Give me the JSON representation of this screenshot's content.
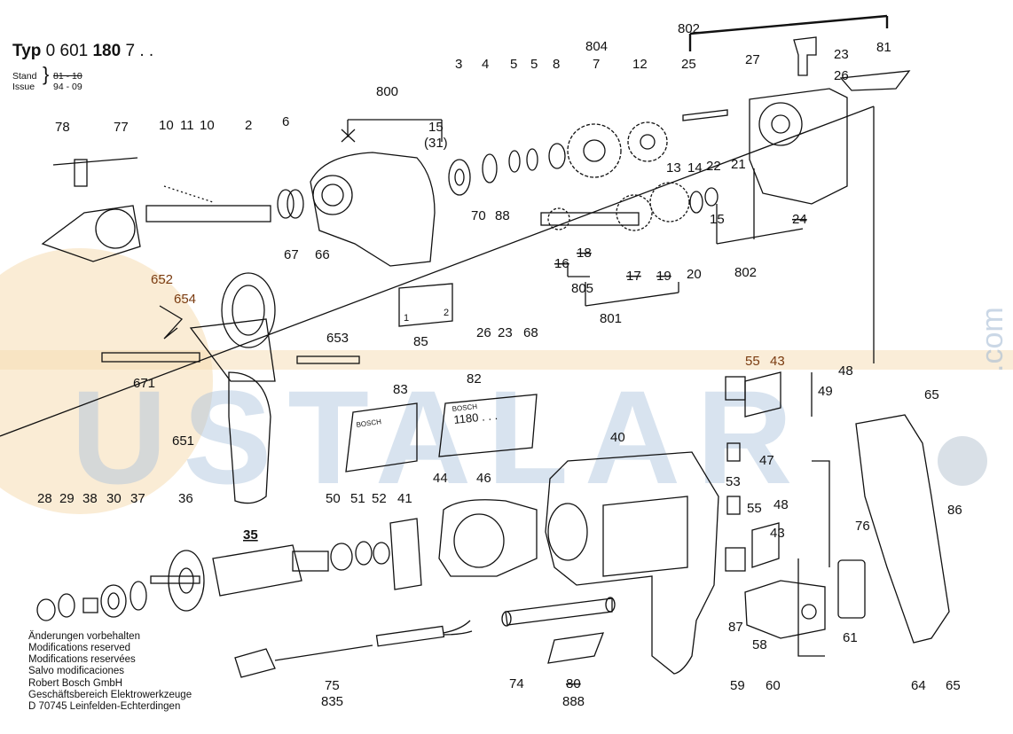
{
  "header": {
    "type_prefix": "Typ",
    "type_number_part1": "0 601",
    "type_number_part2": "180",
    "type_number_suffix": "7 . .",
    "stand_label": "Stand",
    "issue_label": "Issue",
    "stand_value_old": "81 - 10",
    "issue_value": "94 - 09"
  },
  "watermark": {
    "text": "USTALAR",
    "side_text": ".com"
  },
  "notes": [
    "Änderungen vorbehalten",
    "Modifications reserved",
    "Modifications reservées",
    "Salvo modificaciones"
  ],
  "company": [
    "Robert Bosch GmbH",
    "Geschäftsbereich Elektrowerkzeuge",
    "D 70745 Leinfelden-Echterdingen"
  ],
  "labels": {
    "bosch_plate_83": "BOSCH",
    "bosch_plate_82": "BOSCH",
    "plate_82_number": "1180 . . .",
    "plate_85_left": "1",
    "plate_85_right": "2"
  },
  "part_numbers": {
    "p78": "78",
    "p77": "77",
    "p10a": "10",
    "p11": "11",
    "p10b": "10",
    "p2": "2",
    "p6": "6",
    "p800": "800",
    "p15a": "15",
    "p31": "(31)",
    "p3": "3",
    "p4": "4",
    "p5a": "5",
    "p5b": "5",
    "p8": "8",
    "p804": "804",
    "p7": "7",
    "p12": "12",
    "p802a": "802",
    "p27": "27",
    "p23a": "23",
    "p26a": "26",
    "p81": "81",
    "p25": "25",
    "p13": "13",
    "p14": "14",
    "p22": "22",
    "p21": "21",
    "p24": "24",
    "p15b": "15",
    "p802b": "802",
    "p70": "70",
    "p88": "88",
    "p16": "16",
    "p18": "18",
    "p17": "17",
    "p19": "19",
    "p20": "20",
    "p805": "805",
    "p801": "801",
    "p67": "67",
    "p66": "66",
    "p85": "85",
    "p26b": "26",
    "p23b": "23",
    "p68": "68",
    "p652": "652",
    "p654": "654",
    "p653": "653",
    "p671": "671",
    "p651": "651",
    "p83": "83",
    "p82": "82",
    "p40": "40",
    "p55a": "55",
    "p43a": "43",
    "p48a": "48",
    "p49": "49",
    "p65a": "65",
    "p86": "86",
    "p47": "47",
    "p53": "53",
    "p48b": "48",
    "p55b": "55",
    "p43b": "43",
    "p76": "76",
    "p28": "28",
    "p29": "29",
    "p38": "38",
    "p30": "30",
    "p37": "37",
    "p36": "36",
    "p35": "35",
    "p50": "50",
    "p51": "51",
    "p52": "52",
    "p41": "41",
    "p44": "44",
    "p46": "46",
    "p87": "87",
    "p58": "58",
    "p61": "61",
    "p59": "59",
    "p60": "60",
    "p64": "64",
    "p65b": "65",
    "p74": "74",
    "p80": "80",
    "p888": "888",
    "p75": "75",
    "p835": "835"
  },
  "colors": {
    "line": "#111111",
    "watermark_blue": "#8fb0d0",
    "watermark_orange": "#f3c98a",
    "callout_brown": "#7a3b10"
  }
}
